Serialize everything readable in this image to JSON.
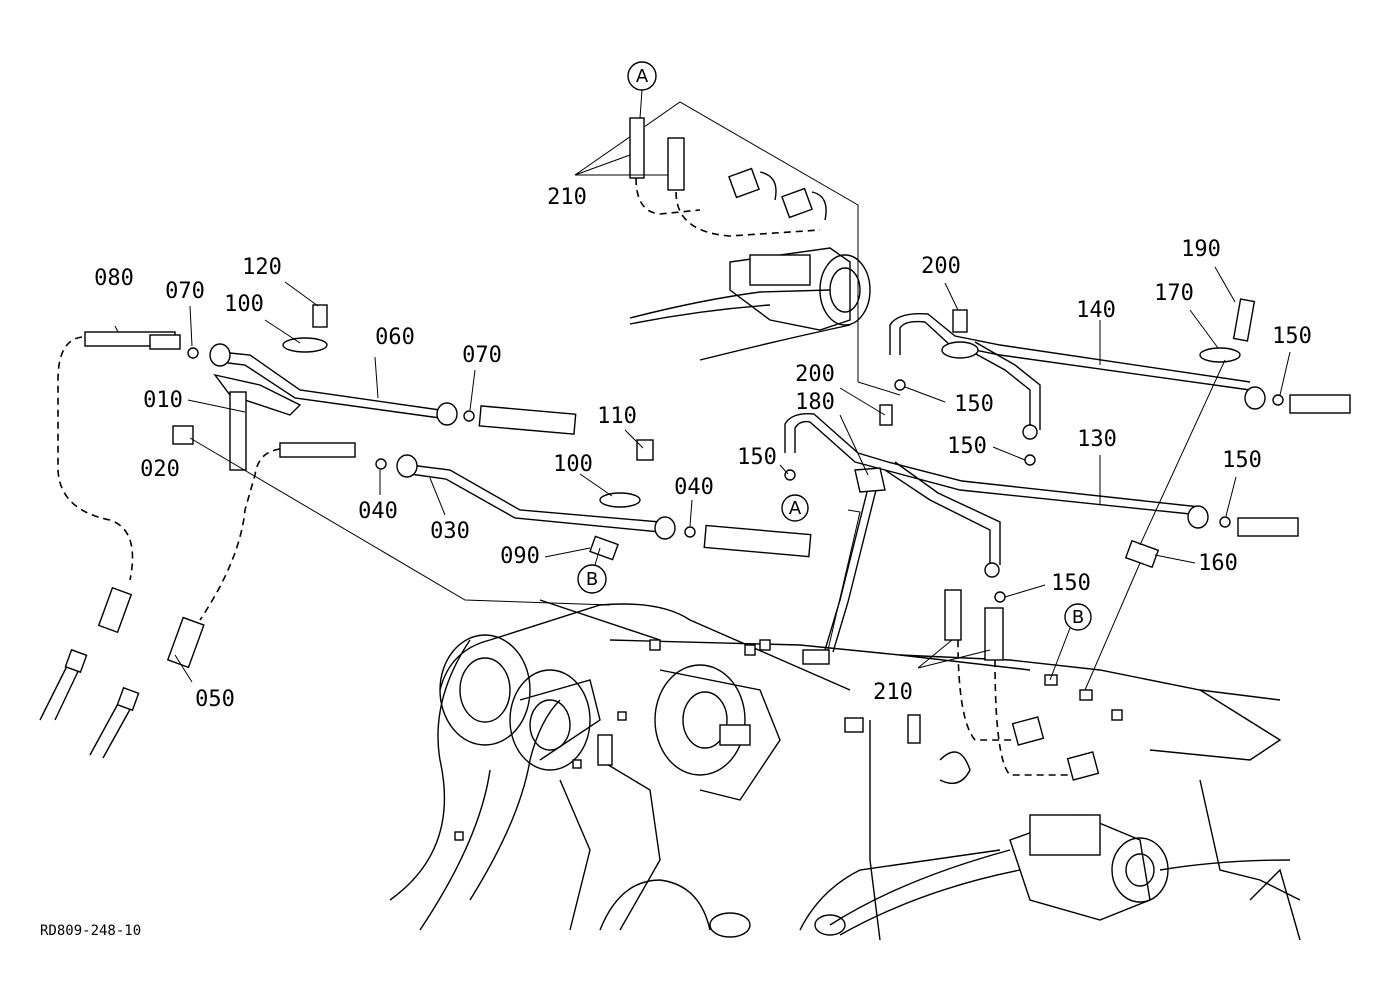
{
  "drawing": {
    "code": "RD809-248-10",
    "part_labels": [
      "210",
      "080",
      "070",
      "120",
      "100",
      "060",
      "070",
      "010",
      "020",
      "040",
      "030",
      "110",
      "100",
      "040",
      "090",
      "050",
      "200",
      "200",
      "180",
      "150",
      "150",
      "150",
      "140",
      "190",
      "170",
      "150",
      "130",
      "150",
      "160",
      "150",
      "210"
    ],
    "ref_markers": [
      "A",
      "A",
      "B",
      "B"
    ]
  }
}
